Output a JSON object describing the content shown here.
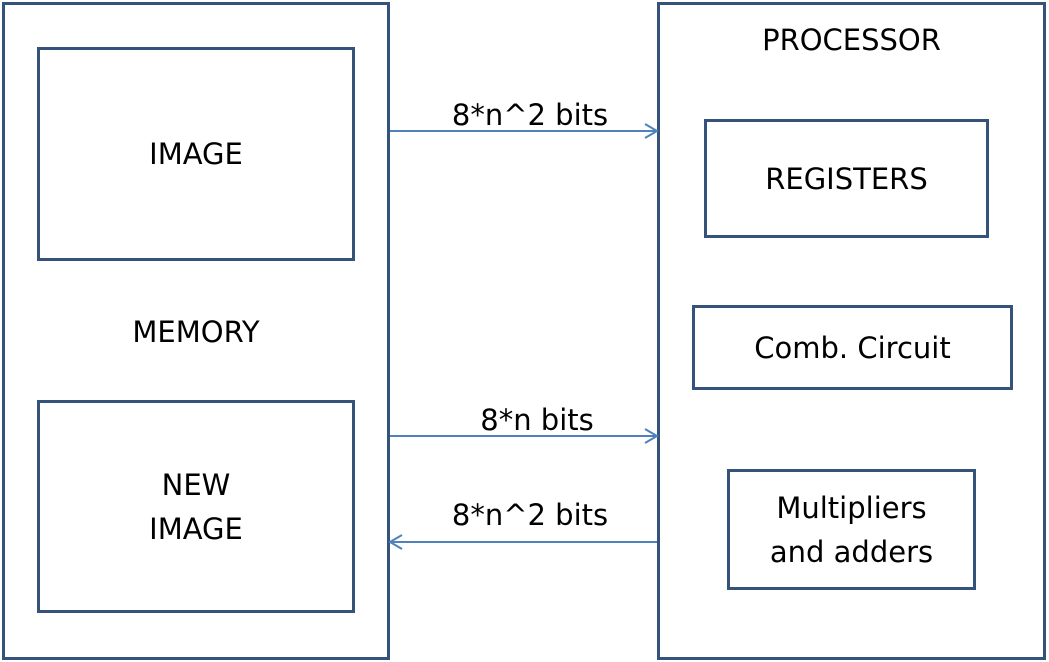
{
  "memory": {
    "label": "MEMORY",
    "image_label": "IMAGE",
    "new_image_line1": "NEW",
    "new_image_line2": "IMAGE"
  },
  "processor": {
    "label": "PROCESSOR",
    "registers_label": "REGISTERS",
    "comb_label": "Comb. Circuit",
    "mult_line1": "Multipliers",
    "mult_line2": "and adders"
  },
  "connections": [
    {
      "label": "8*n^2 bits",
      "direction": "memory-to-processor"
    },
    {
      "label": "8*n bits",
      "direction": "memory-to-processor"
    },
    {
      "label": "8*n^2 bits",
      "direction": "processor-to-memory"
    }
  ],
  "colors": {
    "box_border": "#34527a",
    "arrow": "#4f81bd"
  }
}
